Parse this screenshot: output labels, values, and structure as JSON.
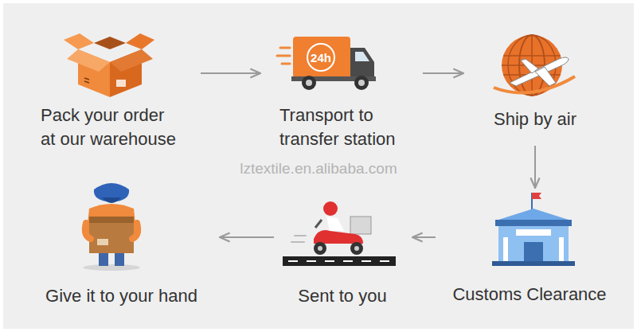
{
  "diagram": {
    "nodes": [
      {
        "text": [
          "Pack your order at our warehouse"
        ]
      },
      {
        "text": [
          "Transport to transfer station"
        ]
      },
      {
        "text": [
          "Ship by air"
        ]
      },
      {
        "text": [
          "Customs Clearance"
        ]
      },
      {
        "text": [
          "Sent to you"
        ]
      },
      {
        "text": [
          "Give it to your hand"
        ]
      }
    ],
    "edges": [
      {
        "from": 0,
        "to": 1,
        "arrow": "to"
      },
      {
        "from": 1,
        "to": 2,
        "arrow": "to"
      },
      {
        "from": 2,
        "to": 3,
        "arrow": "to"
      },
      {
        "from": 3,
        "to": 4,
        "arrow": "to"
      },
      {
        "from": 4,
        "to": 5,
        "arrow": "to"
      }
    ],
    "labels": [
      "24h",
      "lztextile.en.alibaba.com"
    ]
  }
}
